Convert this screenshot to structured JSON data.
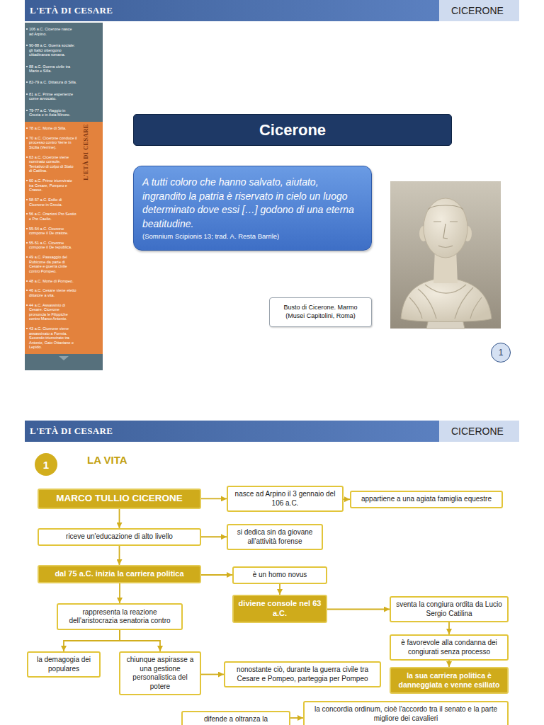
{
  "diagram": {
    "nodes": [
      {
        "text": [
          "Cicerone"
        ]
      },
      {
        "text": [
          "A tutti coloro che hanno salvato, aiutato, ingrandito la patria è riservato in cielo un luogo determinato dove essi […] godono di una eterna beatitudine.",
          "(Somnium Scipionis 13; trad. A. Resta Barrile)"
        ]
      },
      {
        "text": [
          "Busto di Cicerone. Marmo (Musei Capitolini, Roma)"
        ]
      },
      {
        "text": [
          "1"
        ]
      },
      {
        "text": [
          "1"
        ]
      },
      {
        "text": [
          "MARCO TULLIO CICERONE"
        ]
      },
      {
        "text": [
          "nasce ad Arpino il 3 gennaio del 106 a.C."
        ]
      },
      {
        "text": [
          "appartiene a una agiata famiglia equestre"
        ]
      },
      {
        "text": [
          "riceve un'educazione di alto livello"
        ]
      },
      {
        "text": [
          "si dedica sin da giovane all'attività forense"
        ]
      },
      {
        "text": [
          "dal 75 a.C. inizia la carriera politica"
        ]
      },
      {
        "text": [
          "è un homo novus"
        ]
      },
      {
        "text": [
          "diviene console nel 63 a.C."
        ]
      },
      {
        "text": [
          "sventa la congiura ordita da Lucio Sergio Catilina"
        ]
      },
      {
        "text": [
          "rappresenta la reazione dell'aristocrazia senatoria contro"
        ]
      },
      {
        "text": [
          "è favorevole alla condanna dei congiurati senza processo"
        ]
      },
      {
        "text": [
          "la demagogia dei populares"
        ]
      },
      {
        "text": [
          "chiunque aspirasse a una gestione personalistica del potere"
        ]
      },
      {
        "text": [
          "nonostante ciò, durante la guerra civile tra Cesare e Pompeo, parteggia per Pompeo"
        ]
      },
      {
        "text": [
          "la sua carriera politica è danneggiata e venne esiliato"
        ]
      },
      {
        "text": [
          "difende a oltranza la"
        ]
      },
      {
        "text": [
          "la concordia ordinum, cioè l'accordo tra il senato e la parte migliore dei cavalieri"
        ]
      }
    ],
    "edges": [
      {
        "from": 5,
        "to": 6,
        "arrow": "to"
      },
      {
        "from": 6,
        "to": 7,
        "arrow": "to"
      },
      {
        "from": 5,
        "to": 8,
        "arrow": "to"
      },
      {
        "from": 8,
        "to": 9,
        "arrow": "to"
      },
      {
        "from": 8,
        "to": 10,
        "arrow": "to"
      },
      {
        "from": 10,
        "to": 11,
        "arrow": "to"
      },
      {
        "from": 11,
        "to": 12,
        "arrow": "to"
      },
      {
        "from": 12,
        "to": 13,
        "arrow": "to"
      },
      {
        "from": 13,
        "to": 15,
        "arrow": "to"
      },
      {
        "from": 15,
        "to": 19,
        "arrow": "to"
      },
      {
        "from": 10,
        "to": 14,
        "arrow": "to"
      },
      {
        "from": 14,
        "to": 16,
        "arrow": "to"
      },
      {
        "from": 14,
        "to": 17,
        "arrow": "to"
      },
      {
        "from": 17,
        "to": 18,
        "arrow": "to"
      },
      {
        "from": 20,
        "to": 21,
        "arrow": "to"
      }
    ],
    "labels": [
      "L'ETÀ DI CESARE",
      "CICERONE",
      "106 a.C. Cicerone nasce ad Arpino.",
      "90-88 a.C. Guerra sociale: gli Italici ottengono cittadinanza romana.",
      "88 a.C. Guerra civile tra Mario e Silla.",
      "82-79 a.C. Dittatura di Silla.",
      "81 a.C. Prime esperienze come avvocato.",
      "79-77 a.C. Viaggio in Grecia e in Asia Minore.",
      "78 a.C. Morte di Silla.",
      "70 a.C. Cicerone conduce il processo contro Verre in Sicilia (Verrine).",
      "63 a.C. Cicerone viene nominato console. Tentativo di colpo di Stato di Catilina.",
      "60 a.C. Primo triumvirato tra Cesare, Pompeo e Crasso.",
      "58-57 a.C. Esilio di Cicerone in Grecia.",
      "56 a.C. Orazioni Pro Sestio e Pro Caelio.",
      "55-54 a.C. Cicerone compone il De oratore.",
      "55-51 a.C. Cicerone compone il De republica.",
      "49 a.C. Passaggio del Rubicone da parte di Cesare e guerra civile contro Pompeo.",
      "48 a.C. Morte di Pompeo.",
      "46 a.C. Cesare viene eletto dittatore a vita.",
      "44 a.C. Assassinio di Cesare. Cicerone pronuncia le Filippiche contro Marco Antonio.",
      "43 a.C. Cicerone viene assassinato a Formia. Secondo triumvirato tra Antonio, Gaio Ottaviano e Lepido.",
      "L'ETÀ DI CESARE",
      "L'ETÀ DI CESARE",
      "CICERONE",
      "LA VITA"
    ]
  }
}
